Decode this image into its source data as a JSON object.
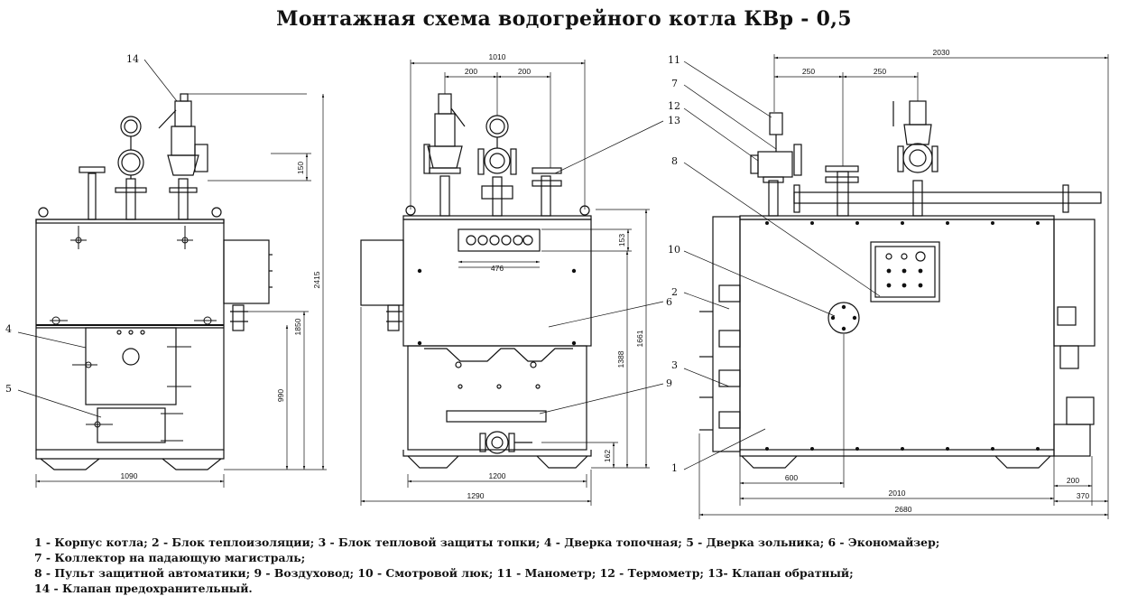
{
  "title": "Монтажная схема водогрейного котла КВр - 0,5",
  "views": {
    "side_left": {
      "dims": {
        "width": "1090",
        "h1": "150",
        "h2": "2415",
        "h3": "1850",
        "h4": "990"
      },
      "callouts": {
        "c14": "14",
        "c4": "4",
        "c5": "5"
      }
    },
    "front": {
      "dims": {
        "top": "1010",
        "s1": "200",
        "s2": "200",
        "d476": "476",
        "d153": "153",
        "d1661": "1661",
        "d1388": "1388",
        "d162": "162",
        "d1200": "1200",
        "d1290": "1290"
      },
      "callouts": {
        "c6": "6",
        "c9": "9"
      }
    },
    "side_right": {
      "dims": {
        "top": "2030",
        "s1": "250",
        "s2": "250",
        "d600": "600",
        "d2010": "2010",
        "d200": "200",
        "d370": "370",
        "d2680": "2680"
      },
      "callouts": {
        "c11": "11",
        "c7": "7",
        "c12": "12",
        "c13": "13",
        "c8": "8",
        "c10": "10",
        "c2": "2",
        "c3": "3",
        "c1": "1"
      }
    }
  },
  "legend": {
    "items": [
      "1 - Корпус котла;",
      "2 - Блок теплоизоляции;",
      "3 - Блок тепловой защиты топки;",
      "4 - Дверка топочная;",
      "5 - Дверка зольника;",
      "6 - Экономайзер;",
      "7 - Коллектор на падающую магистраль;",
      "8 - Пульт защитной автоматики;",
      "9 - Воздуховод;",
      "10 - Смотровой люк;",
      "11 - Манометр;",
      "12 - Термометр;",
      "13- Клапан обратный;",
      "14 - Клапан предохранительный."
    ]
  }
}
